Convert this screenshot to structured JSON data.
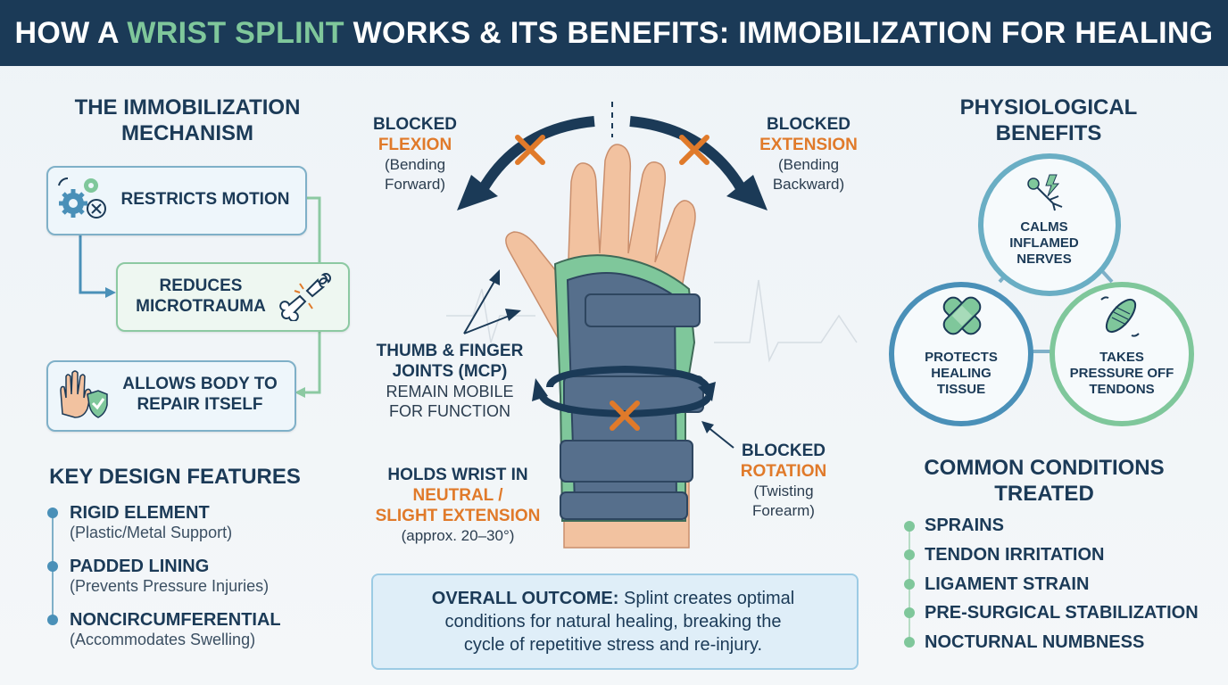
{
  "title": {
    "prefix": "HOW A ",
    "highlight": "WRIST SPLINT",
    "suffix": " WORKS & ITS BENEFITS: IMMOBILIZATION FOR HEALING"
  },
  "mechanism": {
    "heading_line1": "THE IMMOBILIZATION",
    "heading_line2": "MECHANISM",
    "steps": [
      {
        "line1": "RESTRICTS MOTION",
        "line2": "",
        "icon": "gears-blocked-icon"
      },
      {
        "line1": "REDUCES",
        "line2": "MICROTRAUMA",
        "icon": "broken-bone-icon"
      },
      {
        "line1": "ALLOWS BODY TO",
        "line2": "REPAIR ITSELF",
        "icon": "hand-shield-icon"
      }
    ]
  },
  "design": {
    "heading": "KEY DESIGN FEATURES",
    "features": [
      {
        "title": "RIGID ELEMENT",
        "sub": "(Plastic/Metal Support)"
      },
      {
        "title": "PADDED LINING",
        "sub": "(Prevents Pressure Injuries)"
      },
      {
        "title": "NONCIRCUMFERENTIAL",
        "sub": "(Accommodates Swelling)"
      }
    ]
  },
  "center": {
    "flexion": {
      "blocked": "BLOCKED",
      "name": "FLEXION",
      "sub1": "(Bending",
      "sub2": "Forward)"
    },
    "extension": {
      "blocked": "BLOCKED",
      "name": "EXTENSION",
      "sub1": "(Bending",
      "sub2": "Backward)"
    },
    "rotation": {
      "blocked": "BLOCKED",
      "name": "ROTATION",
      "sub1": "(Twisting",
      "sub2": "Forearm)"
    },
    "thumb": {
      "line1": "THUMB & FINGER",
      "line2": "JOINTS (MCP)",
      "line3": "REMAIN MOBILE",
      "line4": "FOR FUNCTION"
    },
    "holds": {
      "line1": "HOLDS WRIST IN",
      "line2": "NEUTRAL /",
      "line3": "SLIGHT EXTENSION",
      "line4": "(approx. 20–30°)"
    },
    "outcome": {
      "head": "OVERALL OUTCOME:",
      "line1_rest": " Splint creates optimal",
      "line2": "conditions for natural healing, breaking the",
      "line3": "cycle of repetitive stress and re-injury."
    }
  },
  "benefits": {
    "heading_line1": "PHYSIOLOGICAL",
    "heading_line2": "BENEFITS",
    "items": [
      {
        "line1": "CALMS",
        "line2": "INFLAMED",
        "line3": "NERVES",
        "icon": "nerve-icon"
      },
      {
        "line1": "PROTECTS",
        "line2": "HEALING",
        "line3": "TISSUE",
        "icon": "bandage-icon"
      },
      {
        "line1": "TAKES",
        "line2": "PRESSURE OFF",
        "line3": "TENDONS",
        "icon": "tendon-icon"
      }
    ]
  },
  "conditions": {
    "heading_line1": "COMMON CONDITIONS",
    "heading_line2": "TREATED",
    "items": [
      "SPRAINS",
      "TENDON IRRITATION",
      "LIGAMENT STRAIN",
      "PRE-SURGICAL STABILIZATION",
      "NOCTURNAL NUMBNESS"
    ]
  },
  "colors": {
    "navy": "#1b3a57",
    "green": "#7fc79b",
    "orange": "#e07a2a",
    "blue": "#4a90b8"
  }
}
